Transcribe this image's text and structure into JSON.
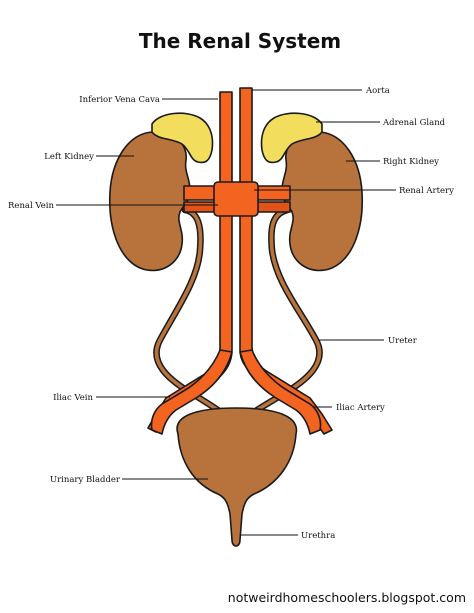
{
  "title": "The Renal System",
  "labels": {
    "inferior_vena_cava": "Inferior Vena Cava",
    "aorta": "Aorta",
    "adrenal_gland": "Adrenal Gland",
    "left_kidney": "Left Kidney",
    "right_kidney": "Right Kidney",
    "renal_vein": "Renal Vein",
    "renal_artery": "Renal Artery",
    "ureter": "Ureter",
    "iliac_vein": "Iliac Vein",
    "iliac_artery": "Iliac Artery",
    "urinary_bladder": "Urinary Bladder",
    "urethra": "Urethra"
  },
  "footer": "notweirdhomeschoolers.blogspot.com",
  "colors": {
    "kidney": "#b8733d",
    "adrenal": "#f2de5c",
    "vessel": "#f2641f",
    "vessel_dark": "#e2531a",
    "bladder": "#b8733d",
    "outline": "#1a1a1a"
  }
}
